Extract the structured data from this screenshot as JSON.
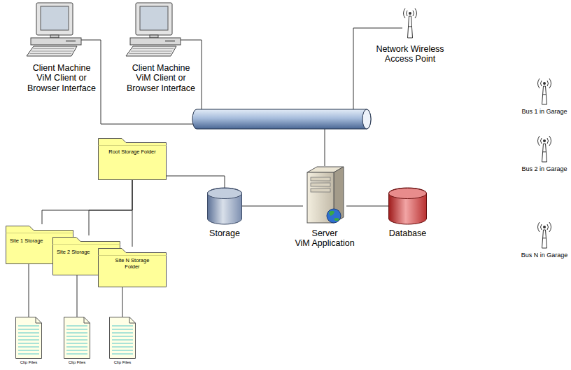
{
  "diagram": {
    "nodes": [
      {
        "text": [
          "Client Machine ViM Client or Browser Interface"
        ]
      },
      {
        "text": [
          "Client Machine ViM Client or Browser Interface"
        ]
      },
      {
        "text": [
          "Network Wireless Access Point"
        ]
      },
      {
        "text": [
          "Root Storage Folder"
        ]
      },
      {
        "text": [
          "Site 1 Storage"
        ]
      },
      {
        "text": [
          "Site 2 Storage"
        ]
      },
      {
        "text": [
          "Site N Storage Folder"
        ]
      },
      {
        "text": [
          "Clip Files"
        ]
      },
      {
        "text": [
          "Clip Files"
        ]
      },
      {
        "text": [
          "Clip Files"
        ]
      },
      {
        "text": [
          "Storage"
        ]
      },
      {
        "text": [
          "Server",
          "ViM Application"
        ]
      },
      {
        "text": [
          "Database"
        ]
      },
      {
        "text": [
          "Bus 1 in Garage"
        ]
      },
      {
        "text": [
          "Bus 2 in Garage"
        ]
      },
      {
        "text": [
          "Bus N in Garage"
        ]
      }
    ],
    "edges": [
      {
        "from": 3,
        "to": 10,
        "arrow": "none"
      },
      {
        "from": 10,
        "to": 11,
        "arrow": "none"
      },
      {
        "from": 11,
        "to": 12,
        "arrow": "none"
      },
      {
        "from": 3,
        "to": 4,
        "arrow": "none"
      },
      {
        "from": 3,
        "to": 5,
        "arrow": "none"
      },
      {
        "from": 3,
        "to": 6,
        "arrow": "none"
      },
      {
        "from": 4,
        "to": 7,
        "arrow": "none"
      },
      {
        "from": 5,
        "to": 8,
        "arrow": "none"
      },
      {
        "from": 6,
        "to": 9,
        "arrow": "none"
      }
    ]
  }
}
